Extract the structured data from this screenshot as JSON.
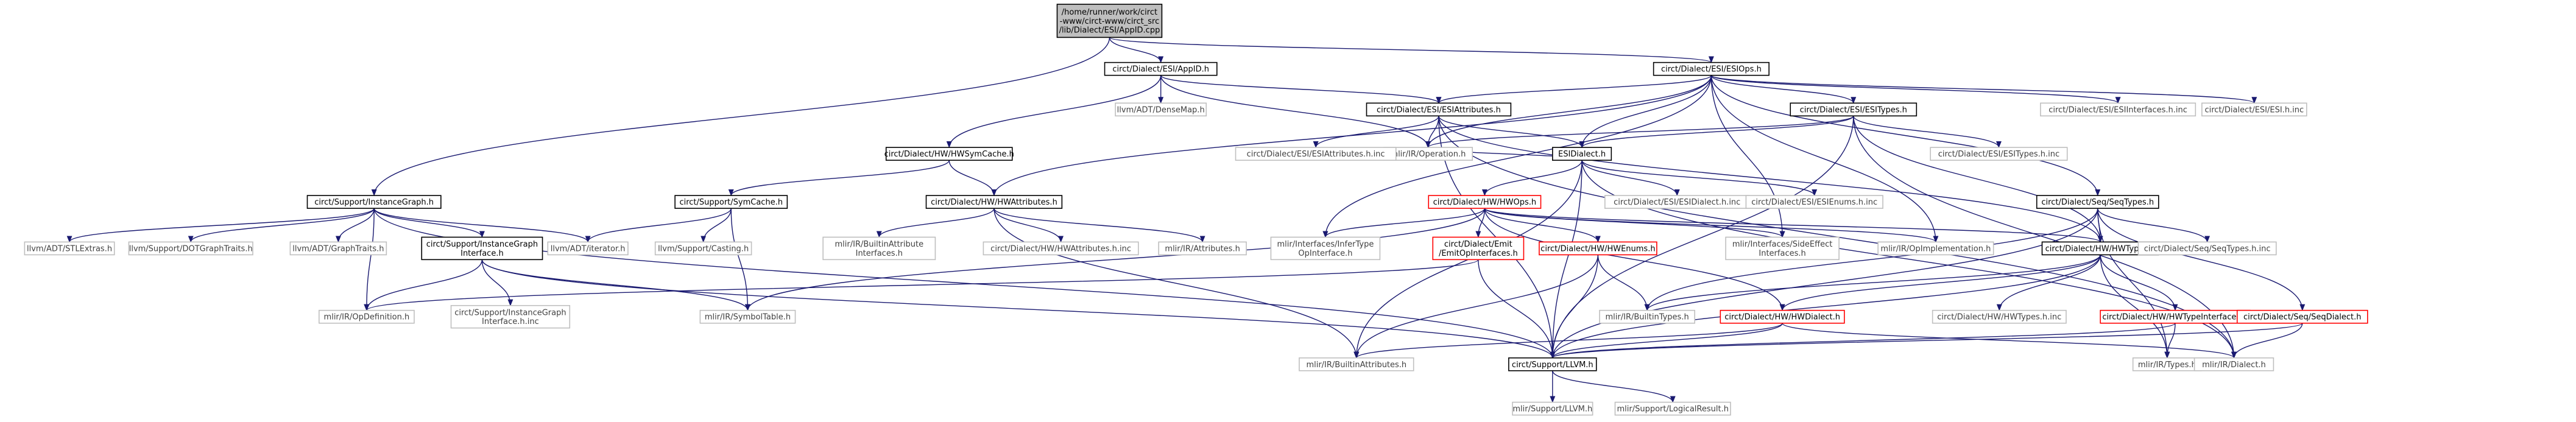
{
  "graph": {
    "root": "/home/runner/work/circt\n-www/circt-www/circt_src\n/lib/Dialect/ESI/AppID.cpp",
    "nodes": [
      {
        "id": "root",
        "label": "/home/runner/work/circt\n-www/circt-www/circt_src\n/lib/Dialect/ESI/AppID.cpp",
        "style": "root"
      },
      {
        "id": "appid_h",
        "label": "circt/Dialect/ESI/AppID.h",
        "style": "normal"
      },
      {
        "id": "esiops_h",
        "label": "circt/Dialect/ESI/ESIOps.h",
        "style": "normal"
      },
      {
        "id": "instgraph_h",
        "label": "circt/Support/InstanceGraph.h",
        "style": "normal"
      },
      {
        "id": "densemap",
        "label": "llvm/ADT/DenseMap.h",
        "style": "external"
      },
      {
        "id": "hwsymcache",
        "label": "circt/Dialect/HW/HWSymCache.h",
        "style": "normal"
      },
      {
        "id": "esiattrs_h",
        "label": "circt/Dialect/ESI/ESIAttributes.h",
        "style": "normal"
      },
      {
        "id": "esitypes_h",
        "label": "circt/Dialect/ESI/ESITypes.h",
        "style": "normal"
      },
      {
        "id": "esiinterfaces_inc",
        "label": "circt/Dialect/ESI/ESIInterfaces.h.inc",
        "style": "external"
      },
      {
        "id": "esi_inc",
        "label": "circt/Dialect/ESI/ESI.h.inc",
        "style": "external"
      },
      {
        "id": "operation_h",
        "label": "mlir/IR/Operation.h",
        "style": "external"
      },
      {
        "id": "esiattrs_inc",
        "label": "circt/Dialect/ESI/ESIAttributes.h.inc",
        "style": "external"
      },
      {
        "id": "esidialect_h",
        "label": "ESIDialect.h",
        "style": "normal"
      },
      {
        "id": "esitypes_inc",
        "label": "circt/Dialect/ESI/ESITypes.h.inc",
        "style": "external"
      },
      {
        "id": "symcache_h",
        "label": "circt/Support/SymCache.h",
        "style": "normal"
      },
      {
        "id": "hwattrs_h",
        "label": "circt/Dialect/HW/HWAttributes.h",
        "style": "normal"
      },
      {
        "id": "esidialect_inc",
        "label": "circt/Dialect/ESI/ESIDialect.h.inc",
        "style": "external"
      },
      {
        "id": "esienums_inc",
        "label": "circt/Dialect/ESI/ESIEnums.h.inc",
        "style": "external"
      },
      {
        "id": "hwops_h",
        "label": "circt/Dialect/HW/HWOps.h",
        "style": "cyclic"
      },
      {
        "id": "seqtypes_h",
        "label": "circt/Dialect/Seq/SeqTypes.h",
        "style": "normal"
      },
      {
        "id": "stlextras",
        "label": "llvm/ADT/STLExtras.h",
        "style": "external"
      },
      {
        "id": "dotgraph",
        "label": "llvm/Support/DOTGraphTraits.h",
        "style": "external"
      },
      {
        "id": "graphtraits",
        "label": "llvm/ADT/GraphTraits.h",
        "style": "external"
      },
      {
        "id": "instgraphiface_h",
        "label": "circt/Support/InstanceGraph\nInterface.h",
        "style": "normal"
      },
      {
        "id": "iterator",
        "label": "llvm/ADT/iterator.h",
        "style": "external"
      },
      {
        "id": "casting",
        "label": "llvm/Support/Casting.h",
        "style": "external"
      },
      {
        "id": "builtinattrif",
        "label": "mlir/IR/BuiltinAttribute\nInterfaces.h",
        "style": "external"
      },
      {
        "id": "hwattrs_inc",
        "label": "circt/Dialect/HW/HWAttributes.h.inc",
        "style": "external"
      },
      {
        "id": "mlirattrs",
        "label": "mlir/IR/Attributes.h",
        "style": "external"
      },
      {
        "id": "infertype",
        "label": "mlir/Interfaces/InferType\nOpInterface.h",
        "style": "external"
      },
      {
        "id": "emitopif",
        "label": "circt/Dialect/Emit\n/EmitOpInterfaces.h",
        "style": "cyclic"
      },
      {
        "id": "hwenums",
        "label": "circt/Dialect/HW/HWEnums.h",
        "style": "cyclic"
      },
      {
        "id": "sideeffect",
        "label": "mlir/Interfaces/SideEffect\nInterfaces.h",
        "style": "external"
      },
      {
        "id": "opimpl",
        "label": "mlir/IR/OpImplementation.h",
        "style": "external"
      },
      {
        "id": "hwtypes_h",
        "label": "circt/Dialect/HW/HWTypes.h",
        "style": "normal"
      },
      {
        "id": "seqtypes_inc",
        "label": "circt/Dialect/Seq/SeqTypes.h.inc",
        "style": "external"
      },
      {
        "id": "opdefinition",
        "label": "mlir/IR/OpDefinition.h",
        "style": "external"
      },
      {
        "id": "instgraphiface_inc",
        "label": "circt/Support/InstanceGraph\nInterface.h.inc",
        "style": "external"
      },
      {
        "id": "symboltable",
        "label": "mlir/IR/SymbolTable.h",
        "style": "external"
      },
      {
        "id": "builtintypes",
        "label": "mlir/IR/BuiltinTypes.h",
        "style": "external"
      },
      {
        "id": "hwdialect",
        "label": "circt/Dialect/HW/HWDialect.h",
        "style": "cyclic"
      },
      {
        "id": "hwtypes_inc",
        "label": "circt/Dialect/HW/HWTypes.h.inc",
        "style": "external"
      },
      {
        "id": "hwtypeif",
        "label": "circt/Dialect/HW/HWTypeInterfaces.h",
        "style": "cyclic"
      },
      {
        "id": "seqdialect",
        "label": "circt/Dialect/Seq/SeqDialect.h",
        "style": "cyclic"
      },
      {
        "id": "builtinattrs",
        "label": "mlir/IR/BuiltinAttributes.h",
        "style": "external"
      },
      {
        "id": "llvm_h",
        "label": "circt/Support/LLVM.h",
        "style": "normal"
      },
      {
        "id": "types_h",
        "label": "mlir/IR/Types.h",
        "style": "external"
      },
      {
        "id": "dialect_h",
        "label": "mlir/IR/Dialect.h",
        "style": "external"
      },
      {
        "id": "mlirllvm",
        "label": "mlir/Support/LLVM.h",
        "style": "external"
      },
      {
        "id": "logicalresult",
        "label": "mlir/Support/LogicalResult.h",
        "style": "external"
      }
    ],
    "edges": [
      [
        "root",
        "appid_h"
      ],
      [
        "root",
        "esiops_h"
      ],
      [
        "root",
        "instgraph_h"
      ],
      [
        "appid_h",
        "densemap"
      ],
      [
        "appid_h",
        "hwsymcache"
      ],
      [
        "appid_h",
        "esiattrs_h"
      ],
      [
        "appid_h",
        "operation_h"
      ],
      [
        "esiops_h",
        "esiattrs_h"
      ],
      [
        "esiops_h",
        "esitypes_h"
      ],
      [
        "esiops_h",
        "esiinterfaces_inc"
      ],
      [
        "esiops_h",
        "esi_inc"
      ],
      [
        "esiops_h",
        "operation_h"
      ],
      [
        "esiops_h",
        "esidialect_h"
      ],
      [
        "esiops_h",
        "seqtypes_h"
      ],
      [
        "esiops_h",
        "hwattrs_h"
      ],
      [
        "esiops_h",
        "infertype"
      ],
      [
        "esiops_h",
        "sideeffect"
      ],
      [
        "esiops_h",
        "opimpl"
      ],
      [
        "hwsymcache",
        "symcache_h"
      ],
      [
        "hwsymcache",
        "hwattrs_h"
      ],
      [
        "esiattrs_h",
        "esiattrs_inc"
      ],
      [
        "esiattrs_h",
        "operation_h"
      ],
      [
        "esiattrs_h",
        "esidialect_h"
      ],
      [
        "esiattrs_h",
        "hwtypes_h"
      ],
      [
        "esiattrs_h",
        "dialect_h"
      ],
      [
        "esiattrs_h",
        "llvm_h"
      ],
      [
        "esitypes_h",
        "esidialect_h"
      ],
      [
        "esitypes_h",
        "esitypes_inc"
      ],
      [
        "esitypes_h",
        "hwtypes_h"
      ],
      [
        "esitypes_h",
        "operation_h"
      ],
      [
        "esitypes_h",
        "dialect_h"
      ],
      [
        "esitypes_h",
        "llvm_h"
      ],
      [
        "esidialect_h",
        "esidialect_inc"
      ],
      [
        "esidialect_h",
        "esienums_inc"
      ],
      [
        "esidialect_h",
        "hwops_h"
      ],
      [
        "esidialect_h",
        "operation_h"
      ],
      [
        "esidialect_h",
        "dialect_h"
      ],
      [
        "esidialect_h",
        "llvm_h"
      ],
      [
        "esidialect_h",
        "builtinattrs"
      ],
      [
        "instgraph_h",
        "stlextras"
      ],
      [
        "instgraph_h",
        "dotgraph"
      ],
      [
        "instgraph_h",
        "graphtraits"
      ],
      [
        "instgraph_h",
        "instgraphiface_h"
      ],
      [
        "instgraph_h",
        "iterator"
      ],
      [
        "instgraph_h",
        "opdefinition"
      ],
      [
        "instgraph_h",
        "llvm_h"
      ],
      [
        "symcache_h",
        "iterator"
      ],
      [
        "symcache_h",
        "casting"
      ],
      [
        "symcache_h",
        "symboltable"
      ],
      [
        "hwattrs_h",
        "builtinattrif"
      ],
      [
        "hwattrs_h",
        "hwattrs_inc"
      ],
      [
        "hwattrs_h",
        "mlirattrs"
      ],
      [
        "hwattrs_h",
        "builtinattrs"
      ],
      [
        "hwops_h",
        "emitopif"
      ],
      [
        "hwops_h",
        "hwenums"
      ],
      [
        "hwops_h",
        "sideeffect"
      ],
      [
        "hwops_h",
        "opimpl"
      ],
      [
        "hwops_h",
        "hwtypes_h"
      ],
      [
        "hwops_h",
        "hwdialect"
      ],
      [
        "hwops_h",
        "infertype"
      ],
      [
        "hwops_h",
        "symboltable"
      ],
      [
        "seqtypes_h",
        "seqtypes_inc"
      ],
      [
        "seqtypes_h",
        "seqdialect"
      ],
      [
        "seqtypes_h",
        "hwtypes_h"
      ],
      [
        "seqtypes_h",
        "types_h"
      ],
      [
        "seqtypes_h",
        "llvm_h"
      ],
      [
        "seqtypes_h",
        "builtintypes"
      ],
      [
        "instgraphiface_h",
        "opdefinition"
      ],
      [
        "instgraphiface_h",
        "instgraphiface_inc"
      ],
      [
        "instgraphiface_h",
        "symboltable"
      ],
      [
        "instgraphiface_h",
        "llvm_h"
      ],
      [
        "emitopif",
        "llvm_h"
      ],
      [
        "emitopif",
        "opdefinition"
      ],
      [
        "hwenums",
        "builtinattrs"
      ],
      [
        "hwenums",
        "builtintypes"
      ],
      [
        "hwenums",
        "llvm_h"
      ],
      [
        "hwtypes_h",
        "hwdialect"
      ],
      [
        "hwtypes_h",
        "hwtypes_inc"
      ],
      [
        "hwtypes_h",
        "hwtypeif"
      ],
      [
        "hwtypes_h",
        "types_h"
      ],
      [
        "hwtypes_h",
        "builtintypes"
      ],
      [
        "hwtypes_h",
        "llvm_h"
      ],
      [
        "hwtypeif",
        "types_h"
      ],
      [
        "hwtypeif",
        "llvm_h"
      ],
      [
        "seqdialect",
        "llvm_h"
      ],
      [
        "seqdialect",
        "dialect_h"
      ],
      [
        "hwdialect",
        "llvm_h"
      ],
      [
        "hwdialect",
        "dialect_h"
      ],
      [
        "hwdialect",
        "builtinattrs"
      ],
      [
        "llvm_h",
        "mlirllvm"
      ],
      [
        "llvm_h",
        "logicalresult"
      ]
    ]
  },
  "colors": {
    "edge": "#191970",
    "root_fill": "#bfbfbf",
    "normal_stroke": "#000000",
    "external_stroke": "#bfbfbf",
    "cyclic_stroke": "#ff0000",
    "external_text": "#404040"
  }
}
